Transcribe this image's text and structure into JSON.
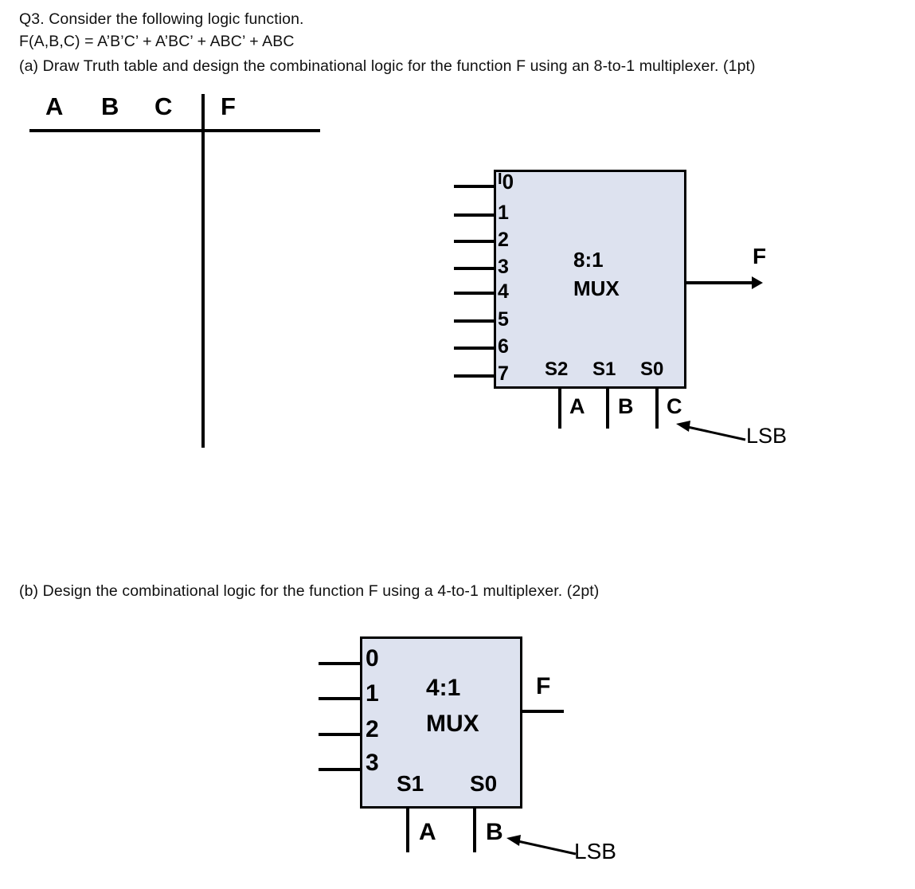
{
  "document": {
    "question_number": "Q3.",
    "line_1": "Q3. Consider the following logic function.",
    "line_2": "F(A,B,C) = A’B’C’ + A’BC’ + ABC’ + ABC",
    "line_3": "(a) Draw Truth table and design the combinational logic for the function F using an 8-to-1 multiplexer. (1pt)",
    "line_4": "(b) Design the combinational logic for the function F using a 4-to-1 multiplexer. (2pt)"
  },
  "truth_table": {
    "headers": [
      "A",
      "B",
      "C",
      "F"
    ],
    "rows": []
  },
  "mux8": {
    "title_line_1": "8:1",
    "title_line_2": "MUX",
    "data_pins": [
      "I0",
      "1",
      "2",
      "3",
      "4",
      "5",
      "6",
      "7"
    ],
    "data_pin_0_letter": "I",
    "data_pin_0_digit": "0",
    "select_labels": [
      "S2",
      "S1",
      "S0"
    ],
    "select_inputs": [
      "A",
      "B",
      "C"
    ],
    "output_label": "F",
    "lsb_label": "LSB"
  },
  "mux4": {
    "title_line_1": "4:1",
    "title_line_2": "MUX",
    "data_pins": [
      "0",
      "1",
      "2",
      "3"
    ],
    "select_labels": [
      "S1",
      "S0"
    ],
    "select_inputs": [
      "A",
      "B"
    ],
    "output_label": "F",
    "lsb_label": "LSB"
  },
  "colors": {
    "mux_fill": "#dde2ef",
    "stroke": "#000000",
    "page_background": "#ffffff",
    "text": "#111111"
  }
}
